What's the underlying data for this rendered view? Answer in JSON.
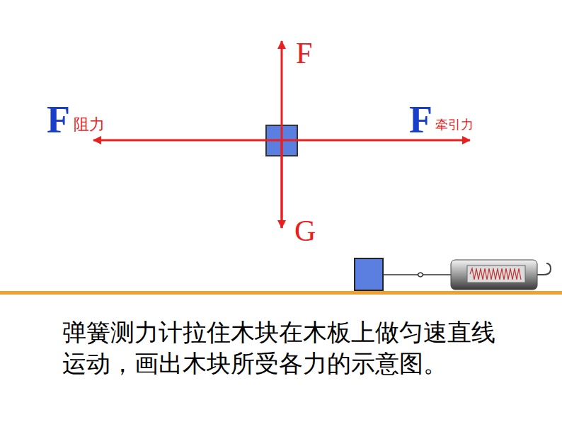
{
  "diagram": {
    "caption": "弹簧测力计拉住木块在木板上做匀速直线运动，画出木块所受各力的示意图。",
    "labels": [
      "F",
      "F",
      "阻力",
      "F",
      "牵引力",
      "G"
    ]
  }
}
